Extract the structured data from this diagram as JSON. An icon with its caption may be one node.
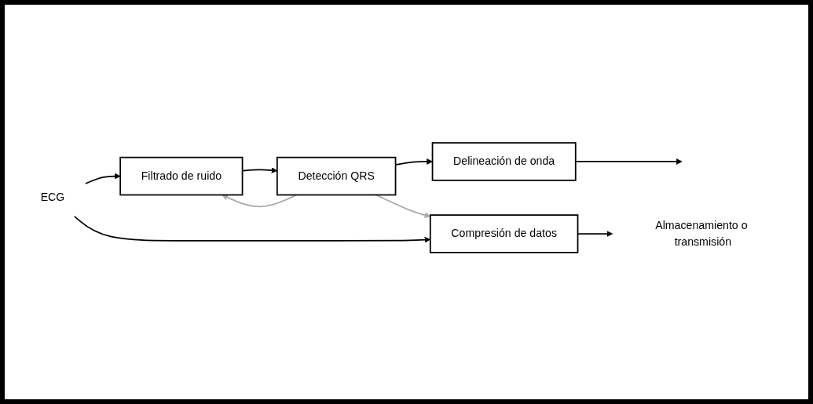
{
  "diagram": {
    "nodes": [
      {
        "text": [
          "ECG"
        ]
      },
      {
        "text": [
          "Filtrado de ruido"
        ]
      },
      {
        "text": [
          "Detección QRS"
        ]
      },
      {
        "text": [
          "Delineación de onda"
        ]
      },
      {
        "text": [
          "Compresión de datos"
        ]
      },
      {
        "text": [
          "Almacenamiento o transmisión"
        ]
      }
    ],
    "edges": [
      {
        "from": 0,
        "to": 1,
        "arrow": "to"
      },
      {
        "from": 1,
        "to": 2,
        "arrow": "to"
      },
      {
        "from": 2,
        "to": 3,
        "arrow": "to"
      },
      {
        "from": 3,
        "to": null,
        "arrow": "to"
      },
      {
        "from": 2,
        "to": 1,
        "arrow": "to",
        "color": "#aaaaaa"
      },
      {
        "from": 2,
        "to": 4,
        "arrow": "to",
        "color": "#aaaaaa"
      },
      {
        "from": 0,
        "to": 4,
        "arrow": "to"
      },
      {
        "from": 4,
        "to": 5,
        "arrow": "to"
      }
    ]
  }
}
